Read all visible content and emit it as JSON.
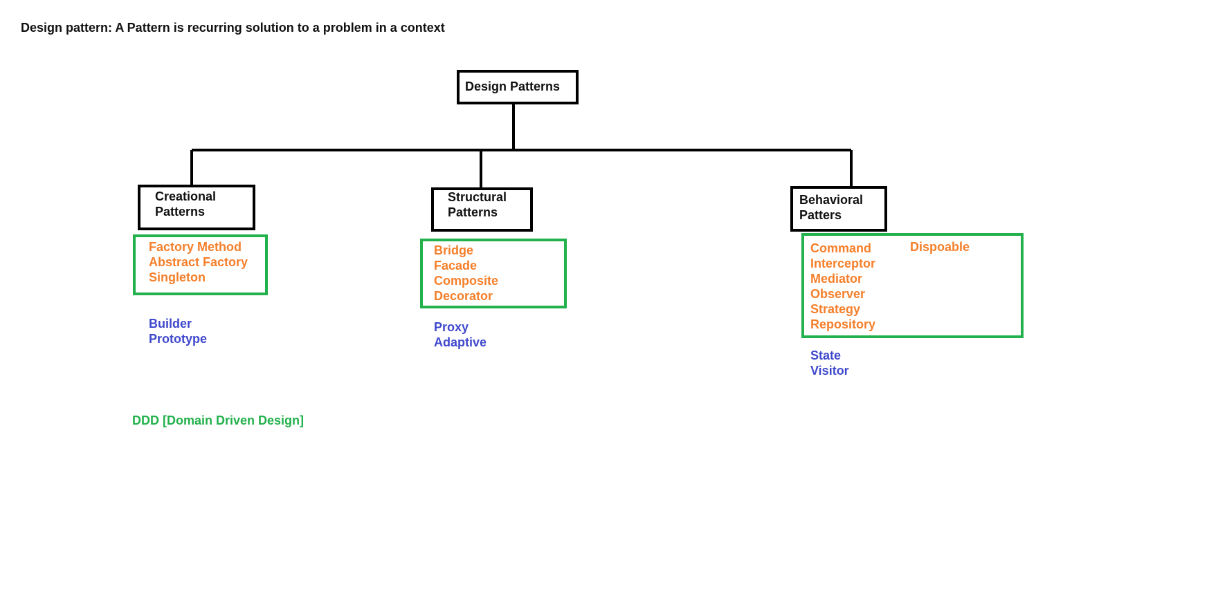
{
  "title": "Design pattern: A Pattern is recurring solution to a problem in a context",
  "root": {
    "label": "Design Patterns"
  },
  "categories": [
    {
      "label": "Creational\nPatterns",
      "grouped_items": [
        "Factory Method",
        "Abstract Factory",
        "Singleton"
      ],
      "other_items": [
        "Builder",
        "Prototype"
      ]
    },
    {
      "label": "Structural\nPatterns",
      "grouped_items": [
        "Bridge",
        "Facade",
        "Composite",
        "Decorator"
      ],
      "other_items": [
        "Proxy",
        "Adaptive"
      ]
    },
    {
      "label": "Behavioral\nPatters",
      "grouped_items": [
        "Command",
        "Interceptor",
        "Mediator",
        "Observer",
        "Strategy",
        "Repository"
      ],
      "grouped_side_item": "Dispoable",
      "other_items": [
        "State",
        "Visitor"
      ]
    }
  ],
  "footer_note": "DDD [Domain Driven Design]",
  "colors": {
    "box_border": "#000000",
    "group_border": "#22b14c",
    "grouped_text": "#f57f2a",
    "other_text": "#3f48cc",
    "note_text": "#22b14c"
  }
}
